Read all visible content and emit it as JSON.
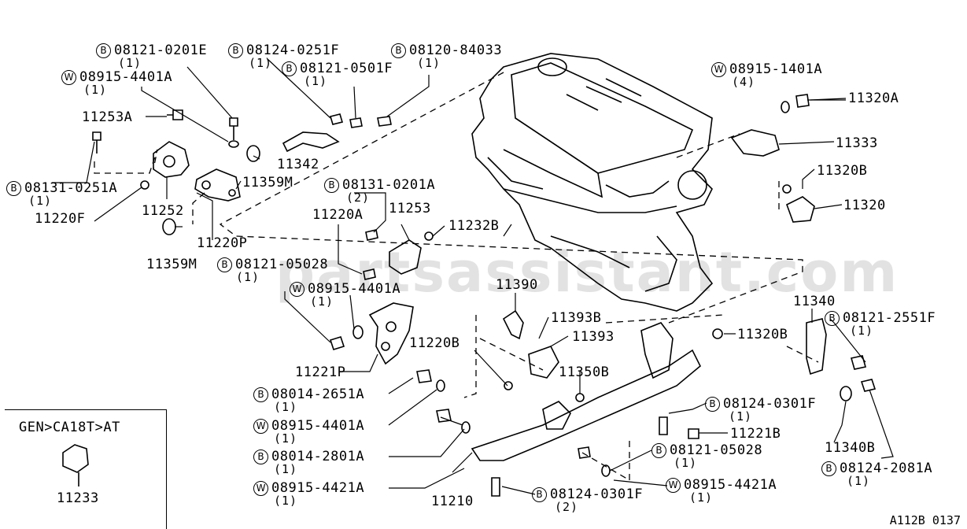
{
  "watermark": "partsassistant.com",
  "inset": {
    "title": "GEN>CA18T>AT",
    "part": "11233"
  },
  "footer_code": "A112B 0137",
  "callouts": {
    "c1": {
      "sym": "B",
      "num": "08121-0201E",
      "qty": "(1)"
    },
    "c2": {
      "sym": "B",
      "num": "08124-0251F",
      "qty": "(1)"
    },
    "c3": {
      "sym": "B",
      "num": "08121-0501F",
      "qty": "(1)"
    },
    "c4": {
      "sym": "B",
      "num": "08120-84033",
      "qty": "(1)"
    },
    "c5": {
      "sym": "W",
      "num": "08915-4401A",
      "qty": "(1)"
    },
    "c6": {
      "sym": "W",
      "num": "08915-1401A",
      "qty": "(4)"
    },
    "c7": {
      "sym": "B",
      "num": "08131-0251A",
      "qty": "(1)"
    },
    "c8": {
      "sym": "B",
      "num": "08131-0201A",
      "qty": "(2)"
    },
    "c9": {
      "sym": "B",
      "num": "08121-05028",
      "qty": "(1)"
    },
    "c10": {
      "sym": "W",
      "num": "08915-4401A",
      "qty": "(1)"
    },
    "c11": {
      "sym": "B",
      "num": "08121-2551F",
      "qty": "(1)"
    },
    "c12": {
      "sym": "B",
      "num": "08014-2651A",
      "qty": "(1)"
    },
    "c13": {
      "sym": "W",
      "num": "08915-4401A",
      "qty": "(1)"
    },
    "c14": {
      "sym": "B",
      "num": "08124-0301F",
      "qty": "(1)"
    },
    "c15": {
      "sym": "B",
      "num": "08014-2801A",
      "qty": "(1)"
    },
    "c16": {
      "sym": "B",
      "num": "08121-05028",
      "qty": "(1)"
    },
    "c17": {
      "sym": "W",
      "num": "08915-4421A",
      "qty": "(1)"
    },
    "c18": {
      "sym": "B",
      "num": "08124-2081A",
      "qty": "(1)"
    },
    "c19": {
      "sym": "B",
      "num": "08124-0301F",
      "qty": "(2)"
    },
    "c20": {
      "sym": "W",
      "num": "08915-4421A",
      "qty": "(1)"
    }
  },
  "parts": {
    "p11253A": "11253A",
    "p11342": "11342",
    "p11359M_a": "11359M",
    "p11220F": "11220F",
    "p11252": "11252",
    "p11220P": "11220P",
    "p11359M_b": "11359M",
    "p11220A": "11220A",
    "p11253": "11253",
    "p11232B": "11232B",
    "p11320A": "11320A",
    "p11333": "11333",
    "p11320B_a": "11320B",
    "p11320": "11320",
    "p11390": "11390",
    "p11393B": "11393B",
    "p11393": "11393",
    "p11220B": "11220B",
    "p11221P": "11221P",
    "p11350B": "11350B",
    "p11340": "11340",
    "p11320B_b": "11320B",
    "p11221B": "11221B",
    "p11340B": "11340B",
    "p11210": "11210"
  }
}
